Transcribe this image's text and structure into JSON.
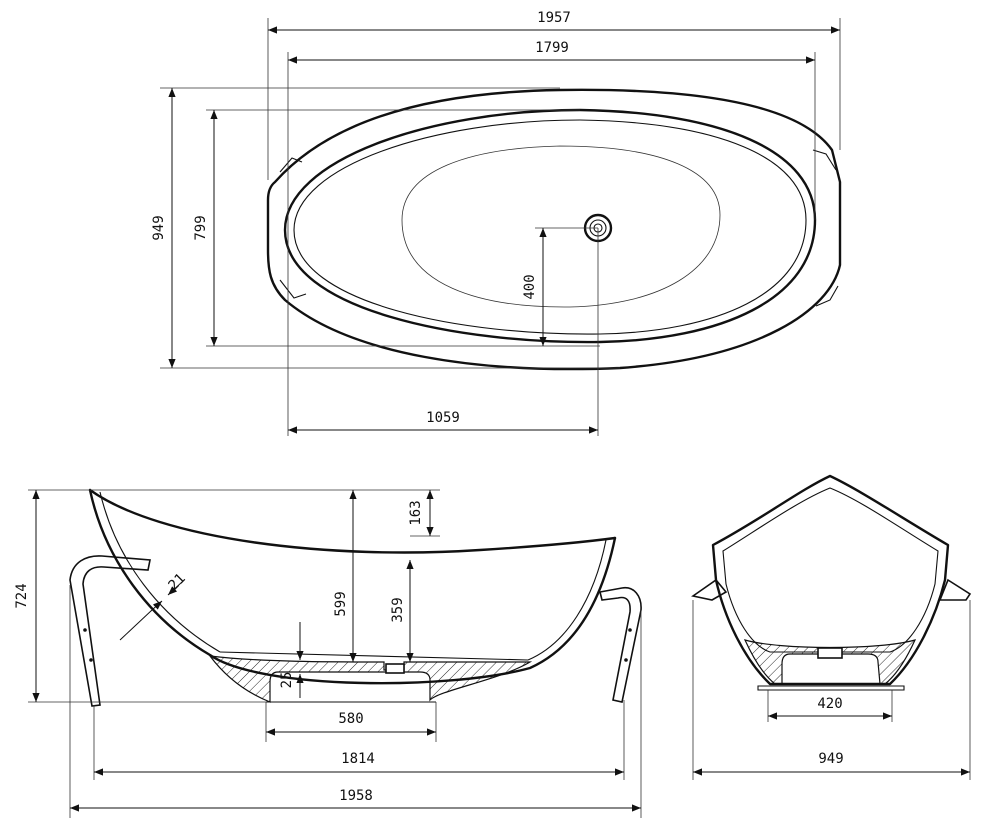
{
  "top_view": {
    "overall_length": "1957",
    "inner_length": "1799",
    "overall_width": "949",
    "inner_width": "799",
    "drain_offset_y": "400",
    "drain_offset_x": "1059"
  },
  "side_view": {
    "overall_height": "724",
    "rim_drop": "163",
    "depth": "599",
    "water_depth": "359",
    "wall_thickness": "21",
    "base_thickness": "25",
    "base_length": "580",
    "leg_span": "1814",
    "overall_length": "1958"
  },
  "end_view": {
    "base_width": "420",
    "overall_width": "949"
  },
  "colors": {
    "line": "#111111",
    "background": "#ffffff"
  }
}
